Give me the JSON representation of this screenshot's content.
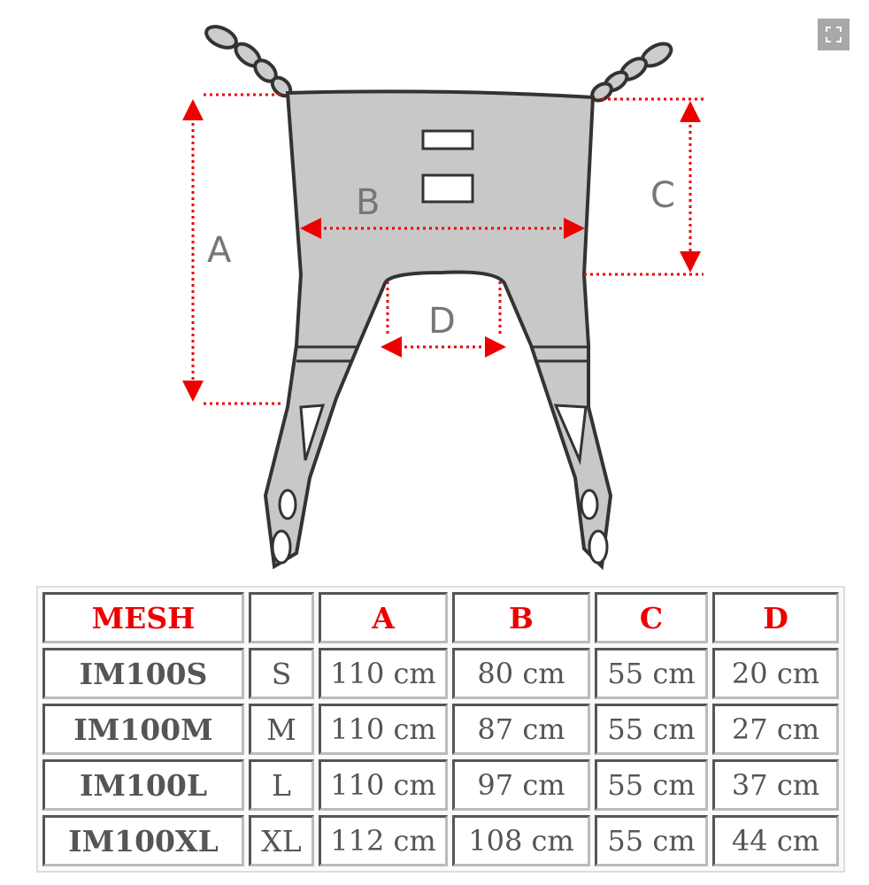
{
  "diagram": {
    "labels": {
      "a": "A",
      "b": "B",
      "c": "C",
      "d": "D"
    },
    "colors": {
      "sling": "#c8c8c8",
      "outline": "#333333",
      "arrow": "#e00000"
    }
  },
  "toolbar": {
    "expand_icon": "expand-icon"
  },
  "table": {
    "headers": [
      "MESH",
      "",
      "A",
      "B",
      "C",
      "D"
    ],
    "rows": [
      [
        "IM100S",
        "S",
        "110 cm",
        "80 cm",
        "55 cm",
        "20 cm"
      ],
      [
        "IM100M",
        "M",
        "110 cm",
        "87 cm",
        "55 cm",
        "27 cm"
      ],
      [
        "IM100L",
        "L",
        "110 cm",
        "97 cm",
        "55 cm",
        "37 cm"
      ],
      [
        "IM100XL",
        "XL",
        "112 cm",
        "108 cm",
        "55 cm",
        "44 cm"
      ]
    ]
  }
}
